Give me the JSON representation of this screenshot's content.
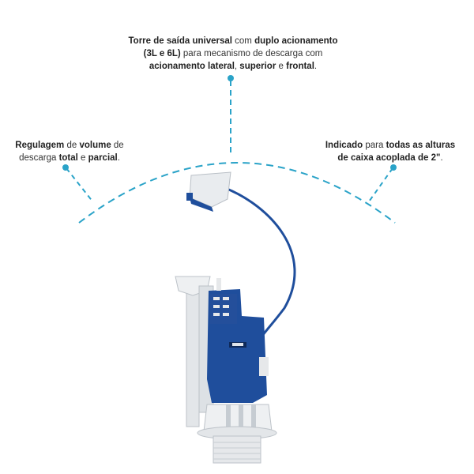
{
  "callouts": {
    "top": {
      "parts": [
        {
          "text": "Torre de saída universal",
          "bold": true
        },
        {
          "text": " com ",
          "bold": false
        },
        {
          "text": "duplo acionamento",
          "bold": true
        },
        {
          "text": " ",
          "bold": false,
          "break": true
        },
        {
          "text": "(3L e 6L)",
          "bold": true
        },
        {
          "text": " para mecanismo de descarga com",
          "bold": false
        },
        {
          "text": " ",
          "bold": false,
          "break": true
        },
        {
          "text": "acionamento lateral",
          "bold": true
        },
        {
          "text": ", ",
          "bold": false
        },
        {
          "text": "superior",
          "bold": true
        },
        {
          "text": " e ",
          "bold": false
        },
        {
          "text": "frontal",
          "bold": true
        },
        {
          "text": ".",
          "bold": false
        }
      ]
    },
    "left": {
      "parts": [
        {
          "text": "Regulagem",
          "bold": true
        },
        {
          "text": " de ",
          "bold": false
        },
        {
          "text": "volume",
          "bold": true
        },
        {
          "text": " de",
          "bold": false
        },
        {
          "text": " ",
          "bold": false,
          "break": true
        },
        {
          "text": "descarga ",
          "bold": false
        },
        {
          "text": "total",
          "bold": true
        },
        {
          "text": " e ",
          "bold": false
        },
        {
          "text": "parcial",
          "bold": true
        },
        {
          "text": ".",
          "bold": false
        }
      ]
    },
    "right": {
      "parts": [
        {
          "text": "Indicado",
          "bold": true
        },
        {
          "text": " para ",
          "bold": false
        },
        {
          "text": "todas as alturas",
          "bold": true
        },
        {
          "text": " ",
          "bold": false,
          "break": true
        },
        {
          "text": "de caixa acoplada de 2\"",
          "bold": true
        },
        {
          "text": ".",
          "bold": false
        }
      ]
    }
  },
  "colors": {
    "accent": "#2aa3c8",
    "product_blue": "#1f4e9c",
    "product_white": "#e6e8ea",
    "text": "#333333"
  },
  "product": {
    "name_icon": "flush-valve-product-image"
  }
}
